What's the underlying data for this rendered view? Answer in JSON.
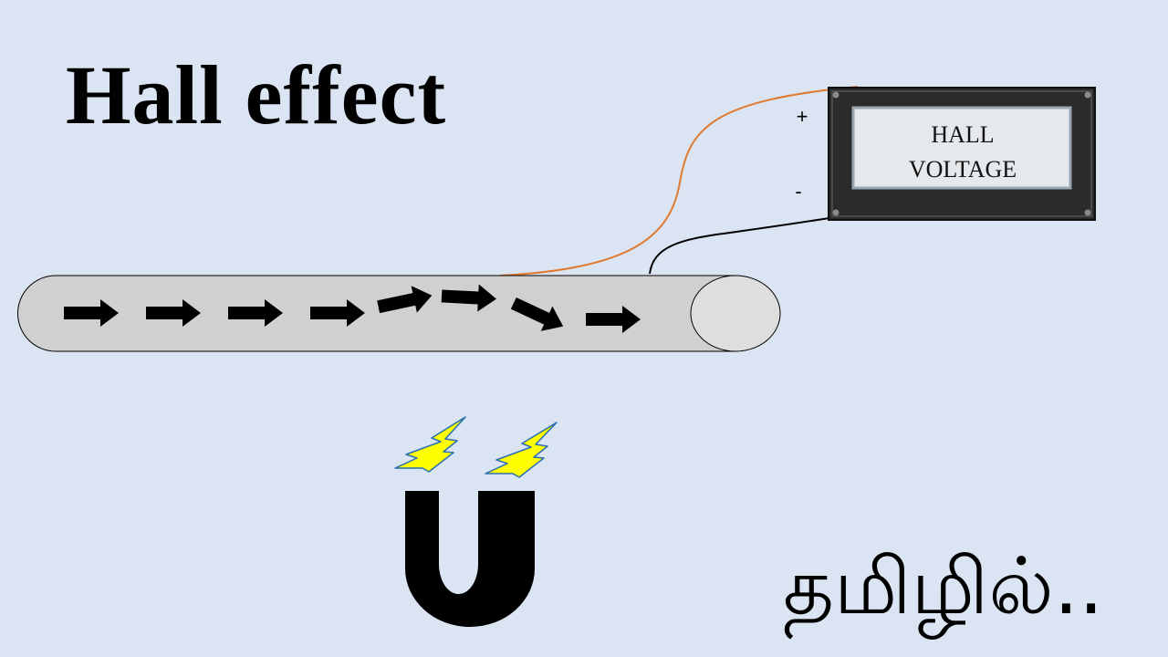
{
  "title": "Hall effect",
  "meter": {
    "line1": "HALL",
    "line2": "VOLTAGE",
    "plus": "+",
    "minus": "-"
  },
  "caption": "தமிழில்..",
  "colors": {
    "background": "#dae4f2",
    "conductor": "#d0d0d0",
    "positive_wire": "#e07a30",
    "negative_wire": "#000000",
    "spark": "#ffff00",
    "magnet": "#000000"
  },
  "icons": [
    "arrow-right-icon",
    "lightning-bolt-icon",
    "horseshoe-magnet-icon"
  ]
}
